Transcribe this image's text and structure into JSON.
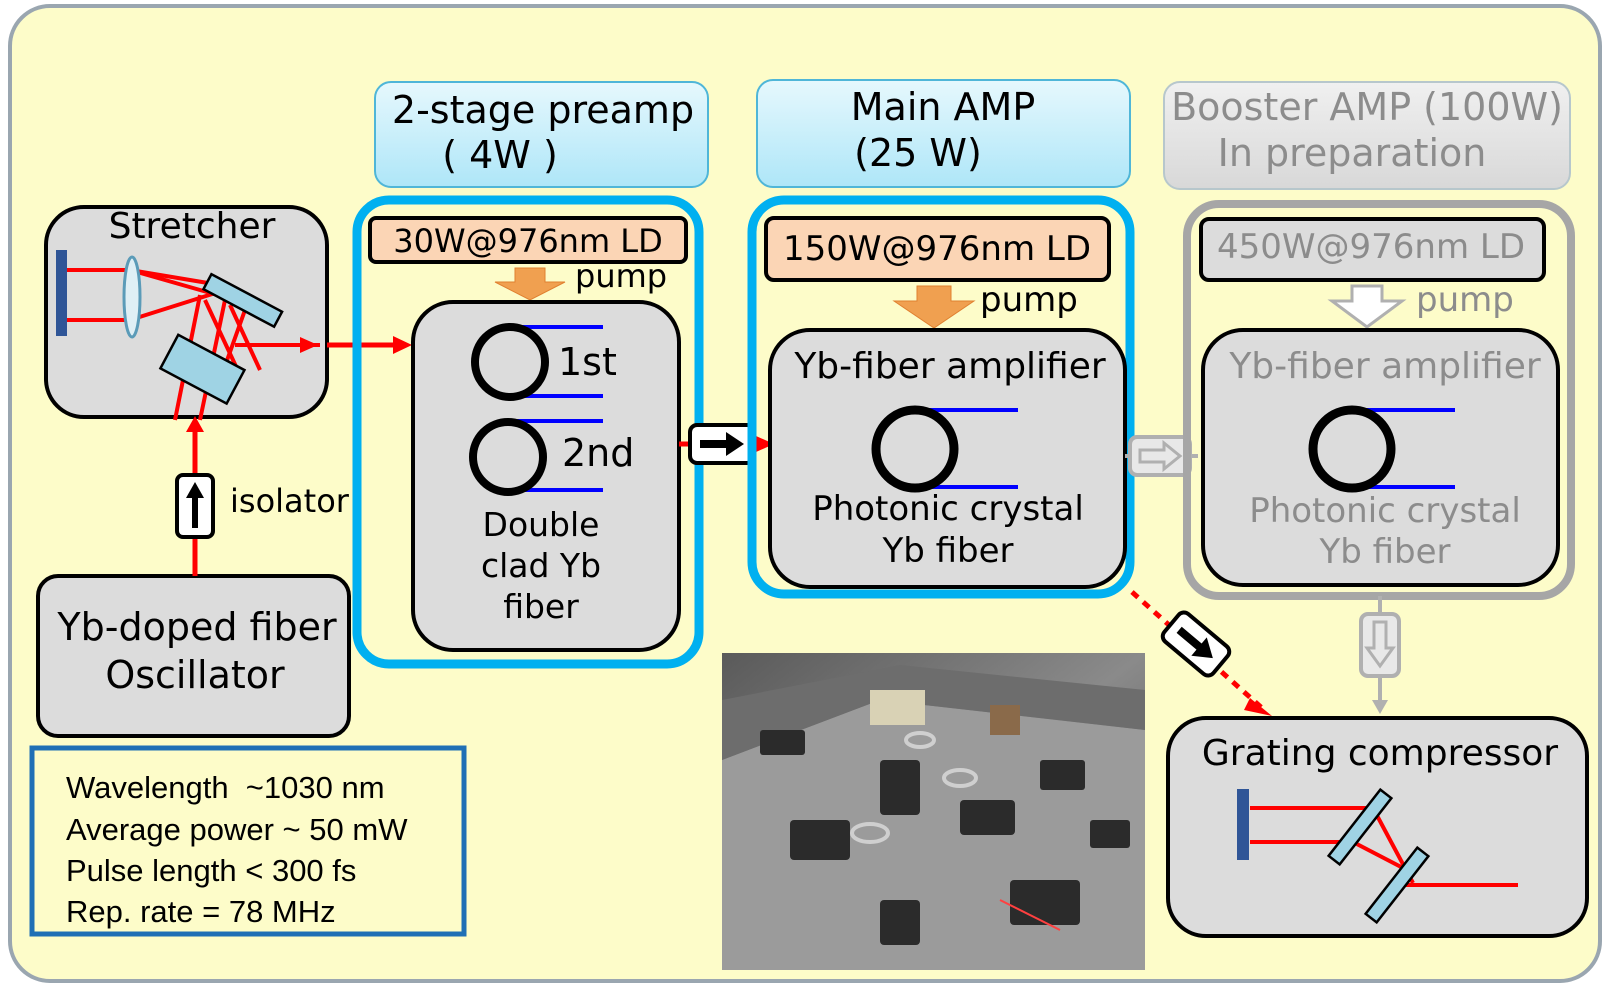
{
  "stages": {
    "preamp_title": [
      "2-stage preamp",
      "( 4W )"
    ],
    "main_title": [
      "Main AMP",
      "(25 W)"
    ],
    "booster_title": [
      "Booster AMP (100W)",
      "In preparation"
    ]
  },
  "stretcher": {
    "label": "Stretcher"
  },
  "oscillator": {
    "label": [
      "Yb-doped fiber",
      "Oscillator"
    ]
  },
  "isolator": {
    "label": "isolator"
  },
  "preamp": {
    "ld": "30W@976nm LD",
    "pump": "pump",
    "coil1": "1st",
    "coil2": "2nd",
    "fiber": [
      "Double",
      "clad Yb",
      "fiber"
    ]
  },
  "main_amp": {
    "ld": "150W@976nm LD",
    "pump": "pump",
    "title": "Yb-fiber amplifier",
    "fiber": [
      "Photonic crystal",
      "Yb fiber"
    ]
  },
  "booster_amp": {
    "ld": "450W@976nm LD",
    "pump": "pump",
    "title": "Yb-fiber amplifier",
    "fiber": [
      "Photonic crystal",
      "Yb fiber"
    ]
  },
  "compressor": {
    "label": "Grating compressor"
  },
  "specs": [
    "Wavelength  ~1030 nm",
    "Average power ~ 50 mW",
    "Pulse length < 300 fs",
    "Rep. rate = 78 MHz"
  ],
  "colors": {
    "background": "#fdfcc9",
    "box_fill": "#dcdcdc",
    "stage_border": "#00b0f0",
    "booster_border": "#a6a6a6",
    "beam": "#ff0000",
    "fiber_coil": "#0000ff",
    "ld_fill": "#fbd5b5",
    "pump_arrow": "#f0a050",
    "title_fill": "#c8eefa",
    "spec_border": "#1f6fb5"
  },
  "photo": {
    "icon": "lab-photo-icon"
  }
}
